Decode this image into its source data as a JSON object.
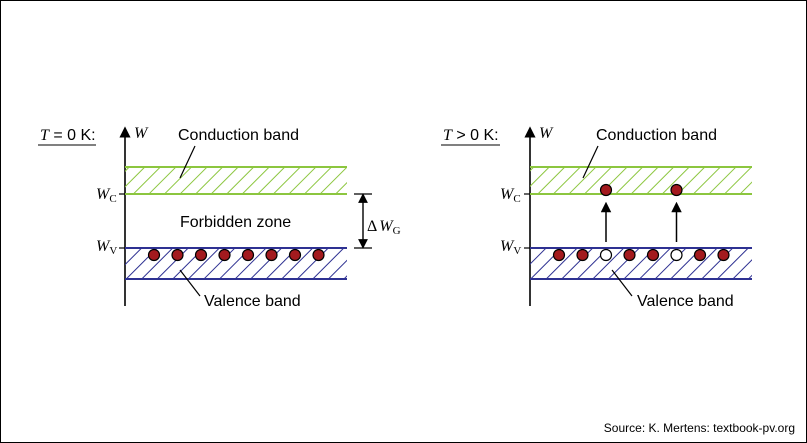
{
  "panels": [
    {
      "id": "t0",
      "condition": {
        "symbol": "T",
        "relation": " = 0 K:"
      },
      "axis_label": "W",
      "conduction_label": "Conduction band",
      "valence_label": "Valence band",
      "wc_label": {
        "main": "W",
        "sub": "C"
      },
      "wv_label": {
        "main": "W",
        "sub": "V"
      },
      "forbidden_label": "Forbidden zone",
      "gap_label": {
        "prefix": "Δ",
        "main": "W",
        "sub": "G"
      },
      "valence_particles": [
        "electron",
        "electron",
        "electron",
        "electron",
        "electron",
        "electron",
        "electron",
        "electron"
      ],
      "conduction_electrons": []
    },
    {
      "id": "tgt0",
      "condition": {
        "symbol": "T",
        "relation": " > 0 K:"
      },
      "axis_label": "W",
      "conduction_label": "Conduction band",
      "valence_label": "Valence band",
      "wc_label": {
        "main": "W",
        "sub": "C"
      },
      "wv_label": {
        "main": "W",
        "sub": "V"
      },
      "valence_particles": [
        "electron",
        "electron",
        "hole",
        "electron",
        "electron",
        "hole",
        "electron",
        "electron"
      ],
      "conduction_electrons": [
        2,
        5
      ]
    }
  ],
  "colors": {
    "conduction_band": "#8cc63f",
    "valence_band": "#2e3192",
    "electron": "#a31a1e",
    "hole": "#ffffff"
  },
  "source": "Source: K. Mertens: textbook-pv.org"
}
